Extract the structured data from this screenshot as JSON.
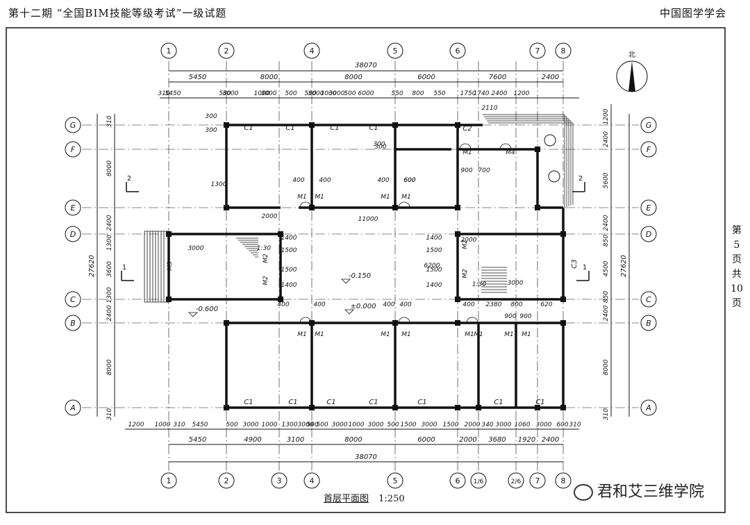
{
  "header": {
    "title": "第十二期 “全国BIM技能等级考试”一级试题",
    "org": "中国图学学会"
  },
  "page_label": [
    "第",
    "5",
    "页",
    "共",
    "10",
    "页"
  ],
  "drawing": {
    "caption": "首层平面图",
    "scale": "1:250",
    "north_label": "北",
    "grid_top": [
      "1",
      "2",
      "4",
      "5",
      "6",
      "7",
      "8"
    ],
    "grid_bottom": [
      "1",
      "2",
      "3",
      "4",
      "5",
      "6",
      "1/6",
      "2/6",
      "7",
      "8"
    ],
    "grid_rows": [
      "G",
      "F",
      "E",
      "D",
      "C",
      "B",
      "A"
    ],
    "dims_top_total": "38070",
    "dims_top_row2": [
      "5450",
      "8000",
      "8000",
      "6000",
      "7600",
      "2400"
    ],
    "dims_top_row3": [
      "310",
      "5450",
      "500",
      "3000",
      "1000",
      "3000",
      "500",
      "500",
      "3000",
      "1000",
      "3000",
      "500",
      "6000",
      "550",
      "800",
      "550",
      "1750",
      "1740",
      "2400",
      "1200"
    ],
    "dims_bottom_row1": [
      "1200",
      "1000",
      "310",
      "5450",
      "500",
      "3000",
      "1000",
      "1300",
      "3000",
      "500",
      "500",
      "3000",
      "1000",
      "3000",
      "500",
      "1500",
      "3000",
      "1500",
      "2000",
      "340",
      "3000",
      "1060",
      "3000",
      "600",
      "310"
    ],
    "dims_bottom_row2": [
      "5450",
      "4900",
      "3100",
      "8000",
      "6000",
      "2000",
      "3680",
      "1920",
      "2400"
    ],
    "dims_bottom_total": "38070",
    "dims_left": [
      "310",
      "8000",
      "2400",
      "1300",
      "3600",
      "1300",
      "2400",
      "8000",
      "310"
    ],
    "dims_left_total": "27620",
    "dims_right": [
      "1200",
      "2400",
      "5600",
      "2400",
      "850",
      "4500",
      "850",
      "2400",
      "8000",
      "310"
    ],
    "dims_right_total": "27620",
    "windows": [
      "C1",
      "C1",
      "C1",
      "C1",
      "C2",
      "C3",
      "C1",
      "C1",
      "C1",
      "C1",
      "C1",
      "C1",
      "C1",
      "C1"
    ],
    "doors": [
      "M1",
      "M1",
      "M1",
      "M1",
      "M1",
      "M4",
      "M2",
      "M2",
      "M2",
      "M2",
      "M3",
      "M1",
      "M1",
      "M1",
      "M1",
      "M1",
      "M1",
      "M1",
      "M1"
    ],
    "notes": [
      "300",
      "300",
      "300",
      "1300",
      "400",
      "400",
      "400",
      "600",
      "300",
      "600",
      "900",
      "700",
      "2000",
      "3000",
      "1400",
      "1500",
      "1500",
      "1400",
      "11000",
      "6200",
      "2000",
      "1400",
      "1500",
      "1500",
      "1400",
      "3000",
      "400",
      "400",
      "400",
      "400",
      "400",
      "2380",
      "800",
      "620",
      "900",
      "900",
      "2110"
    ],
    "levels": [
      "-0.600",
      "-0.150",
      "±0.000"
    ],
    "stairs": [
      "1:30",
      "1:30"
    ],
    "section_marks": [
      "2",
      "2",
      "1",
      "1"
    ]
  },
  "watermark": "君和艾三维学院"
}
